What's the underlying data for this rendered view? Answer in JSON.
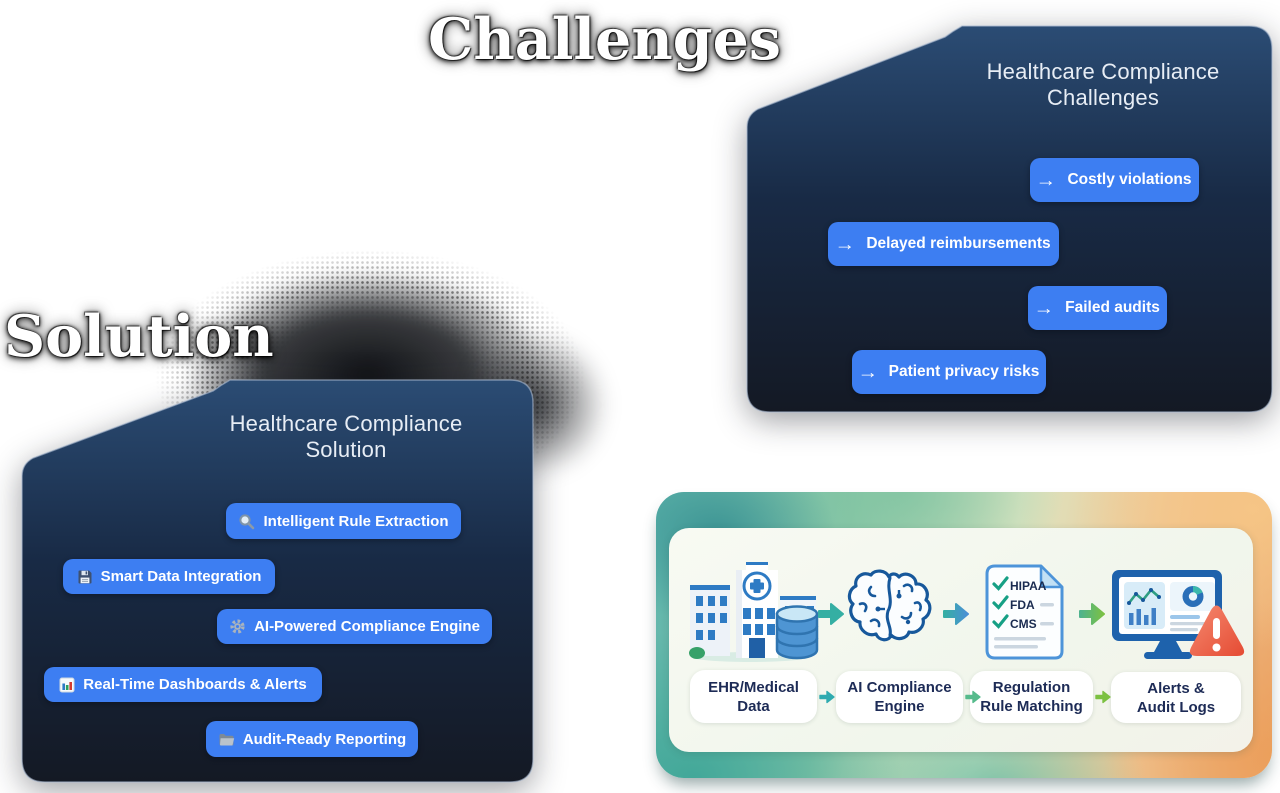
{
  "titles": {
    "challenges": "Challenges",
    "solution": "Solution"
  },
  "challenges_card": {
    "heading_line1": "Healthcare Compliance",
    "heading_line2": "Challenges",
    "arrow_glyph": "→",
    "items": [
      "Costly violations",
      "Delayed reimbursements",
      "Failed audits",
      "Patient privacy risks"
    ]
  },
  "solution_card": {
    "heading_line1": "Healthcare Compliance",
    "heading_line2": "Solution",
    "items": [
      {
        "icon": "magnifier-icon",
        "label": "Intelligent Rule Extraction"
      },
      {
        "icon": "floppy-disk-icon",
        "label": "Smart Data Integration"
      },
      {
        "icon": "gear-icon",
        "label": "AI-Powered Compliance Engine"
      },
      {
        "icon": "bar-chart-icon",
        "label": "Real-Time Dashboards & Alerts"
      },
      {
        "icon": "folder-icon",
        "label": "Audit-Ready Reporting"
      }
    ]
  },
  "flow_card": {
    "icons": [
      "hospital-building-icon",
      "database-icon",
      "ai-brain-icon",
      "regulation-document-icon",
      "dashboard-monitor-icon",
      "alert-triangle-icon"
    ],
    "checklist": {
      "check_glyph": "✓",
      "items": [
        "HIPAA",
        "FDA",
        "CMS"
      ]
    },
    "steps": [
      {
        "line1": "EHR/Medical",
        "line2": "Data"
      },
      {
        "line1": "AI Compliance",
        "line2": "Engine"
      },
      {
        "line1": "Regulation",
        "line2": "Rule Matching"
      },
      {
        "line1": "Alerts &",
        "line2": "Audit Logs"
      }
    ]
  },
  "colors": {
    "button_blue": "#3D7EF2",
    "panel_gradient_top": "#2B4C74",
    "panel_gradient_bottom": "#141924",
    "teal": "#35AFA3",
    "green": "#7CC142",
    "orange": "#ECA96E",
    "alert_red": "#E54B33",
    "navy_text": "#1D2B56"
  }
}
